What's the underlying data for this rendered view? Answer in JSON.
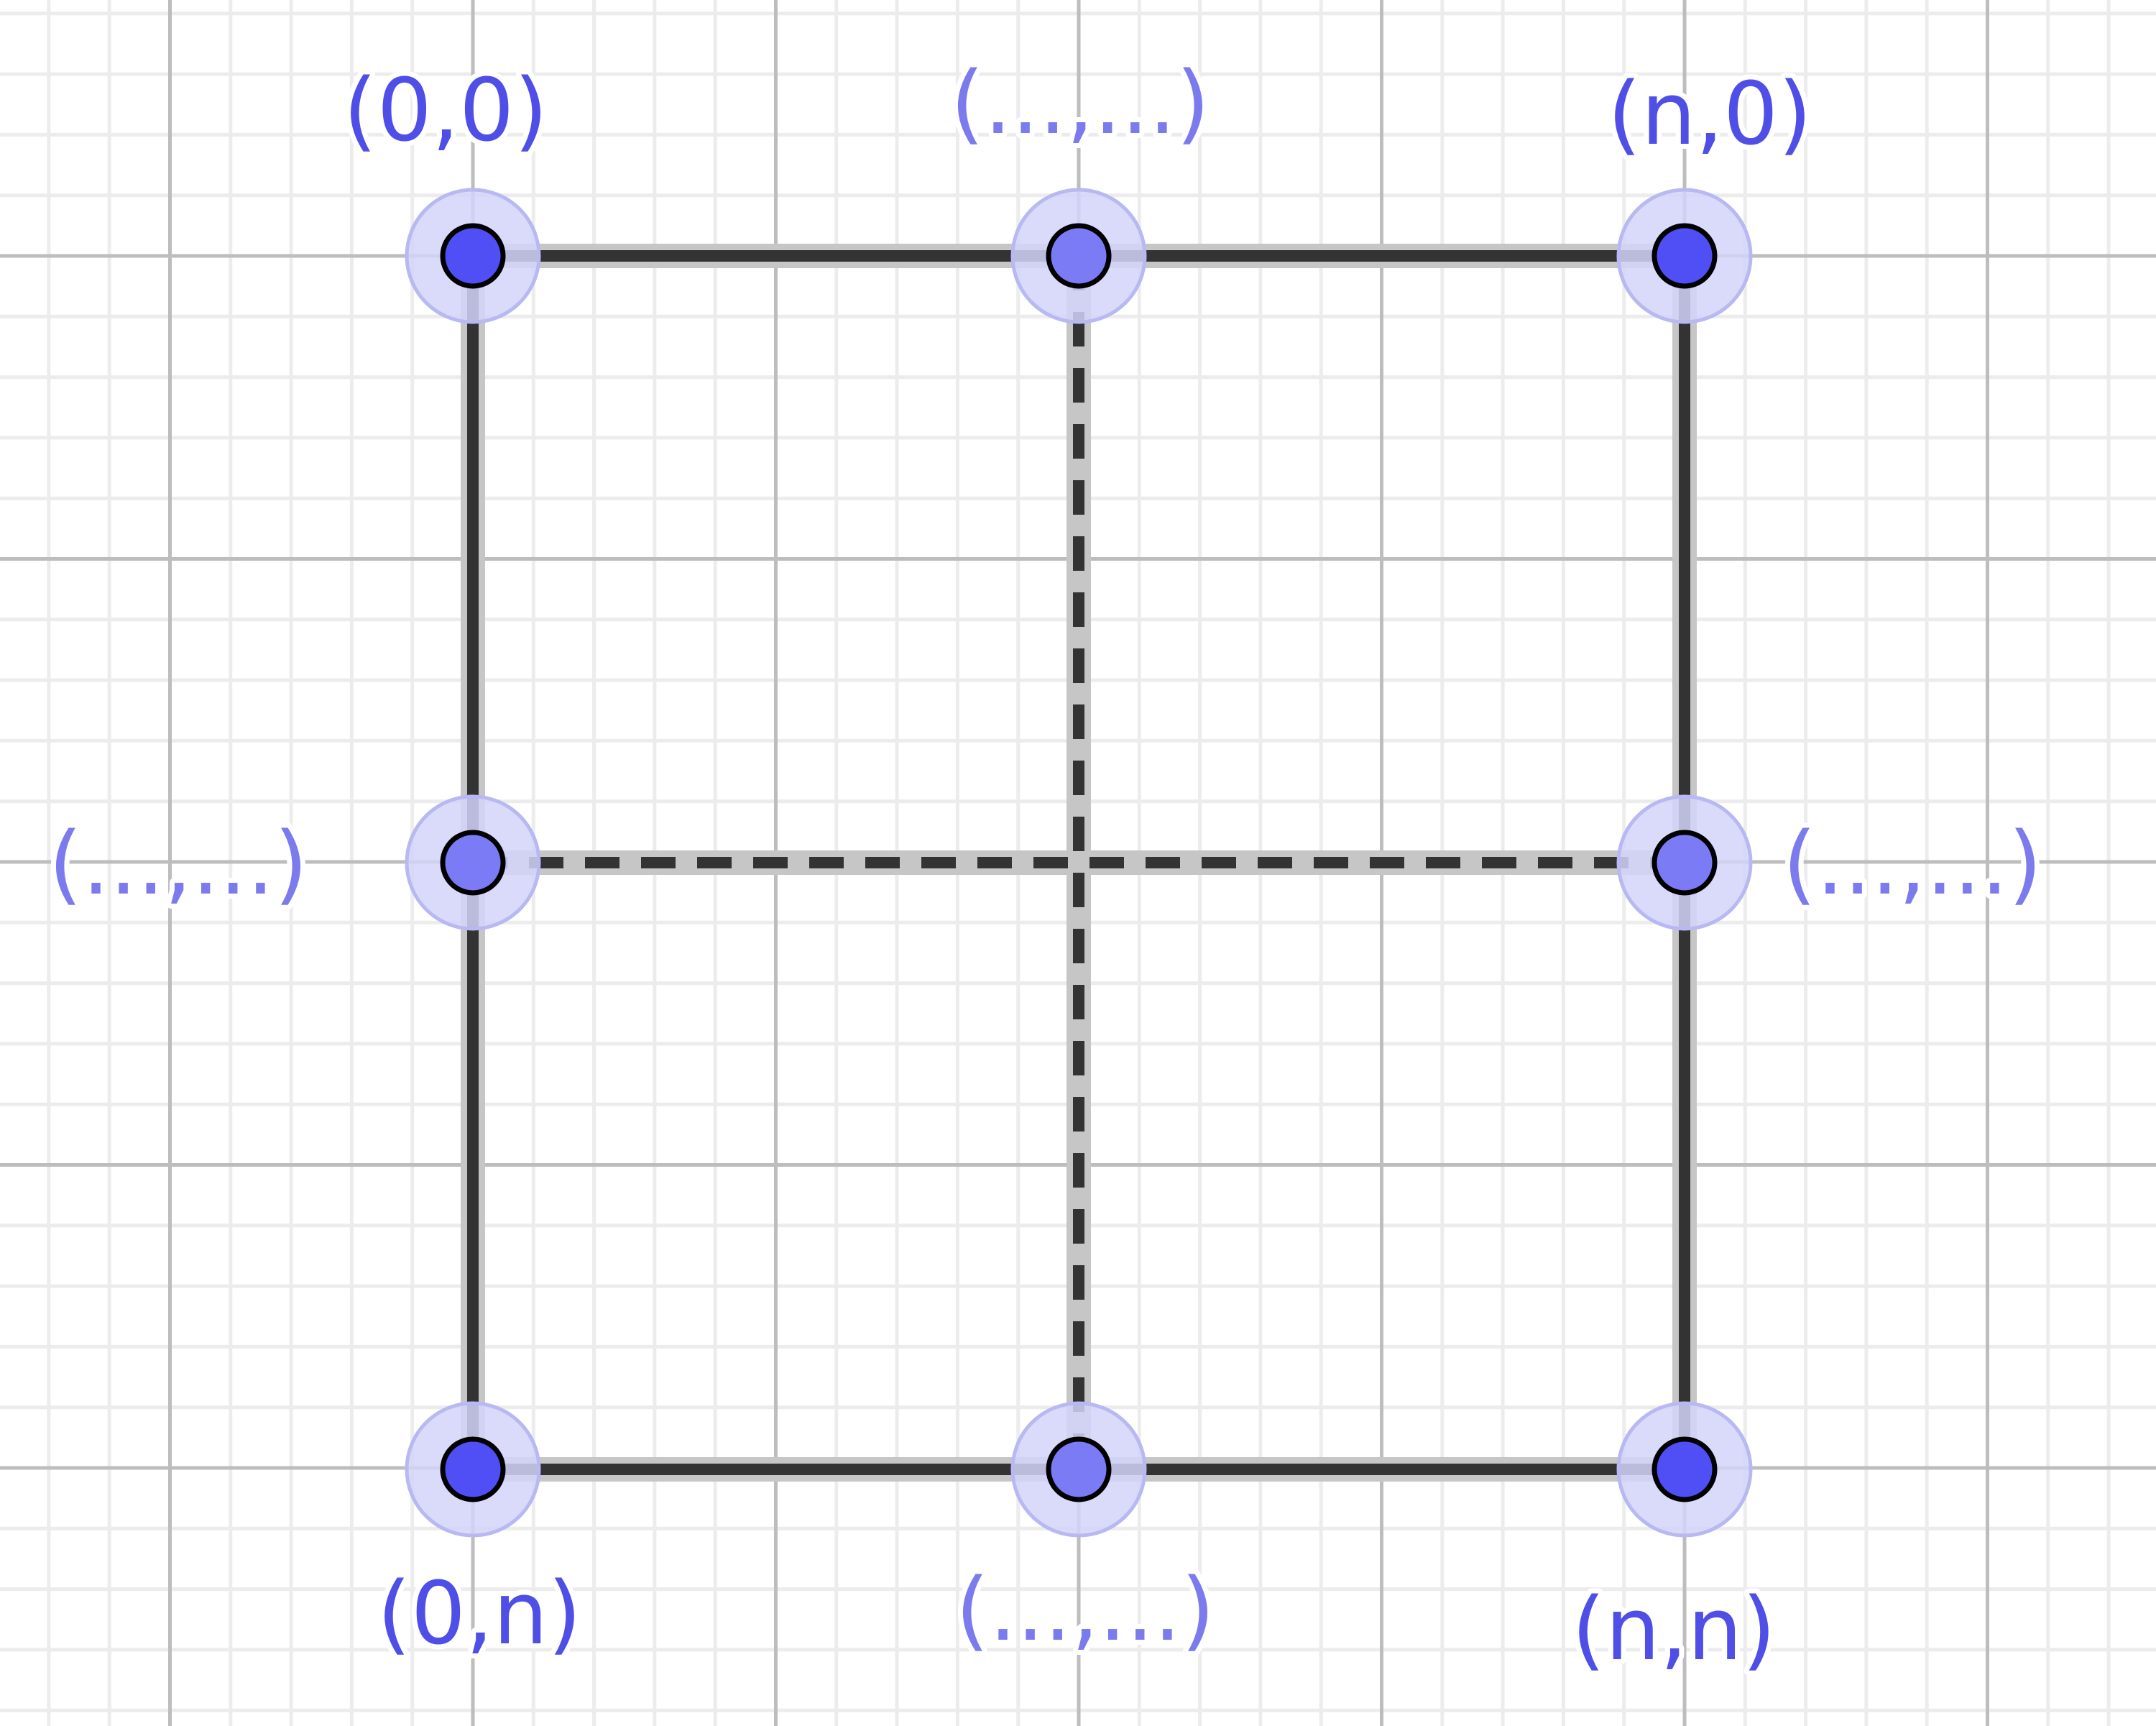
{
  "diagram": {
    "grid": "on",
    "colors": {
      "background": "#ffffff",
      "major_grid": "#bdbdbd",
      "minor_grid": "#ececec",
      "line": "#333333",
      "line_halo": "#c6c6c6",
      "corner_point": "#4f4ff5",
      "midpoint": "#7b7bf6",
      "point_halo": "#d4d4fa",
      "corner_label": "#4f4fe8",
      "midpoint_label": "#7b7bee"
    },
    "points": {
      "top_left": {
        "label": "(0,0)"
      },
      "top_mid": {
        "label": "(...,...)"
      },
      "top_right": {
        "label": "(n,0)"
      },
      "mid_left": {
        "label": "(...,...)"
      },
      "mid_right": {
        "label": "(...,...)"
      },
      "bottom_left": {
        "label": "(0,n)"
      },
      "bottom_mid": {
        "label": "(...,...)"
      },
      "bottom_right": {
        "label": "(n,n)"
      }
    }
  }
}
